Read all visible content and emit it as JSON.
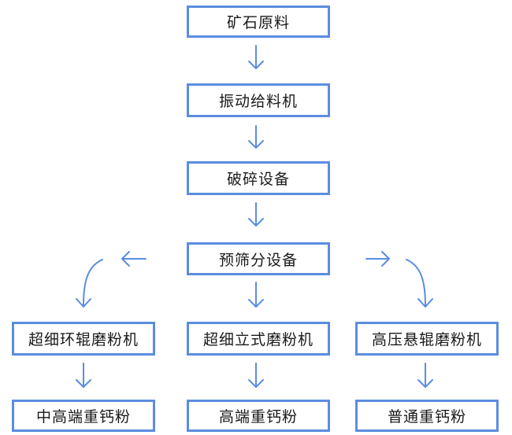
{
  "nodes": {
    "ore": "矿石原料",
    "feeder": "振动给料机",
    "crusher": "破碎设备",
    "screen": "预筛分设备",
    "mill_left": "超细环辊磨粉机",
    "mill_center": "超细立式磨粉机",
    "mill_right": "高压悬辊磨粉机",
    "product_left": "中高端重钙粉",
    "product_center": "高端重钙粉",
    "product_right": "普通重钙粉"
  },
  "colors": {
    "accent": "#5b8de0",
    "text": "#1a1a1a"
  }
}
